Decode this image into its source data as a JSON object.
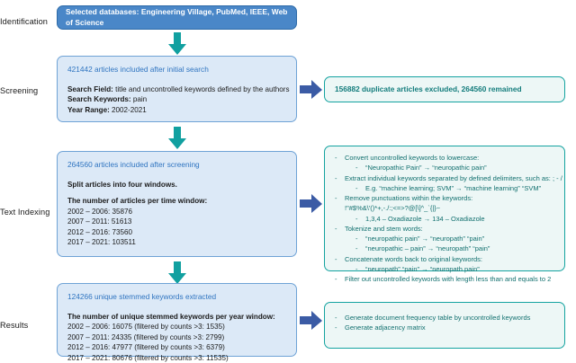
{
  "colors": {
    "blue_solid_fill": "#4A87C8",
    "blue_solid_border": "#2E6BA8",
    "blue_light_fill": "#DCE9F7",
    "blue_light_border": "#6FA3D6",
    "headline_blue": "#2F74C0",
    "teal_border": "#14A3A0",
    "teal_fill": "#EDF7F6",
    "teal_text": "#137C7C",
    "arrow_down_teal": "#11A0A0",
    "arrow_right_blue": "#3B5BA5"
  },
  "stages": [
    {
      "label": "Identification"
    },
    {
      "label": "Screening"
    },
    {
      "label": "Text Indexing"
    },
    {
      "label": "Results"
    }
  ],
  "identification": {
    "databases_text": "Selected databases: Engineering Village, PubMed, IEEE, Web of Science"
  },
  "screening": {
    "headline": "421442 articles included after initial search",
    "fields": [
      {
        "label": "Search Field:",
        "value": " title and uncontrolled keywords defined by the authors"
      },
      {
        "label": "Search Keywords:",
        "value": " pain"
      },
      {
        "label": "Year Range:",
        "value": " 2002-2021"
      }
    ],
    "side_note": "156882 duplicate articles excluded, 264560 remained"
  },
  "text_indexing": {
    "headline": "264560 articles included after screening",
    "subtitle": "Split articles into four windows.",
    "table_title": "The number of articles per time window:",
    "windows": [
      "2002 – 2006: 35876",
      "2007 – 2011: 51613",
      "2012 – 2016: 73560",
      "2017 – 2021: 103511"
    ],
    "steps": [
      {
        "level": 0,
        "text": "Convert uncontrolled keywords to lowercase:"
      },
      {
        "level": 1,
        "text": "“Neuropathic Pain” → “neuropathic pain”"
      },
      {
        "level": 0,
        "text": "Extract individual keywords separated by defined delimiters, such as: ; - /"
      },
      {
        "level": 1,
        "text": "E.g. “machine learning; SVM” → “machine learning” “SVM”"
      },
      {
        "level": 0,
        "text": "Remove punctuations within the keywords:"
      },
      {
        "level": 2,
        "text": "!\"#$%&\\'()*+,-./:;<=>?@[\\]^_`{|}~"
      },
      {
        "level": 1,
        "text": "1,3,4 – Oxadiazole → 134 – Oxadiazole"
      },
      {
        "level": 0,
        "text": "Tokenize and stem words:"
      },
      {
        "level": 1,
        "text": "“neuropathic pain” → “neuropath” “pain”"
      },
      {
        "level": 1,
        "text": "“neuropathic – pain” → “neuropath” “pain”"
      },
      {
        "level": 0,
        "text": "Concatenate words back to original keywords:"
      },
      {
        "level": 1,
        "text": "“neuropath” “pain” → “neuropath pain”"
      },
      {
        "level": 0,
        "text": "Filter out uncontrolled keywords with length less than and equals to 2"
      }
    ]
  },
  "results": {
    "headline": "124266 unique stemmed keywords extracted",
    "table_title": "The number of unique stemmed keywords per year window:",
    "windows": [
      "2002 – 2006: 16075 (filtered by counts >3: 1535)",
      "2007 – 2011: 24335 (filtered by counts >3: 2799)",
      "2012 – 2016: 47977 (filtered by counts >3: 6379)",
      "2017 – 2021: 80676 (filtered by counts >3: 11535)"
    ],
    "outputs": [
      "Generate document frequency table by uncontrolled keywords",
      "Generate adjacency matrix"
    ]
  }
}
